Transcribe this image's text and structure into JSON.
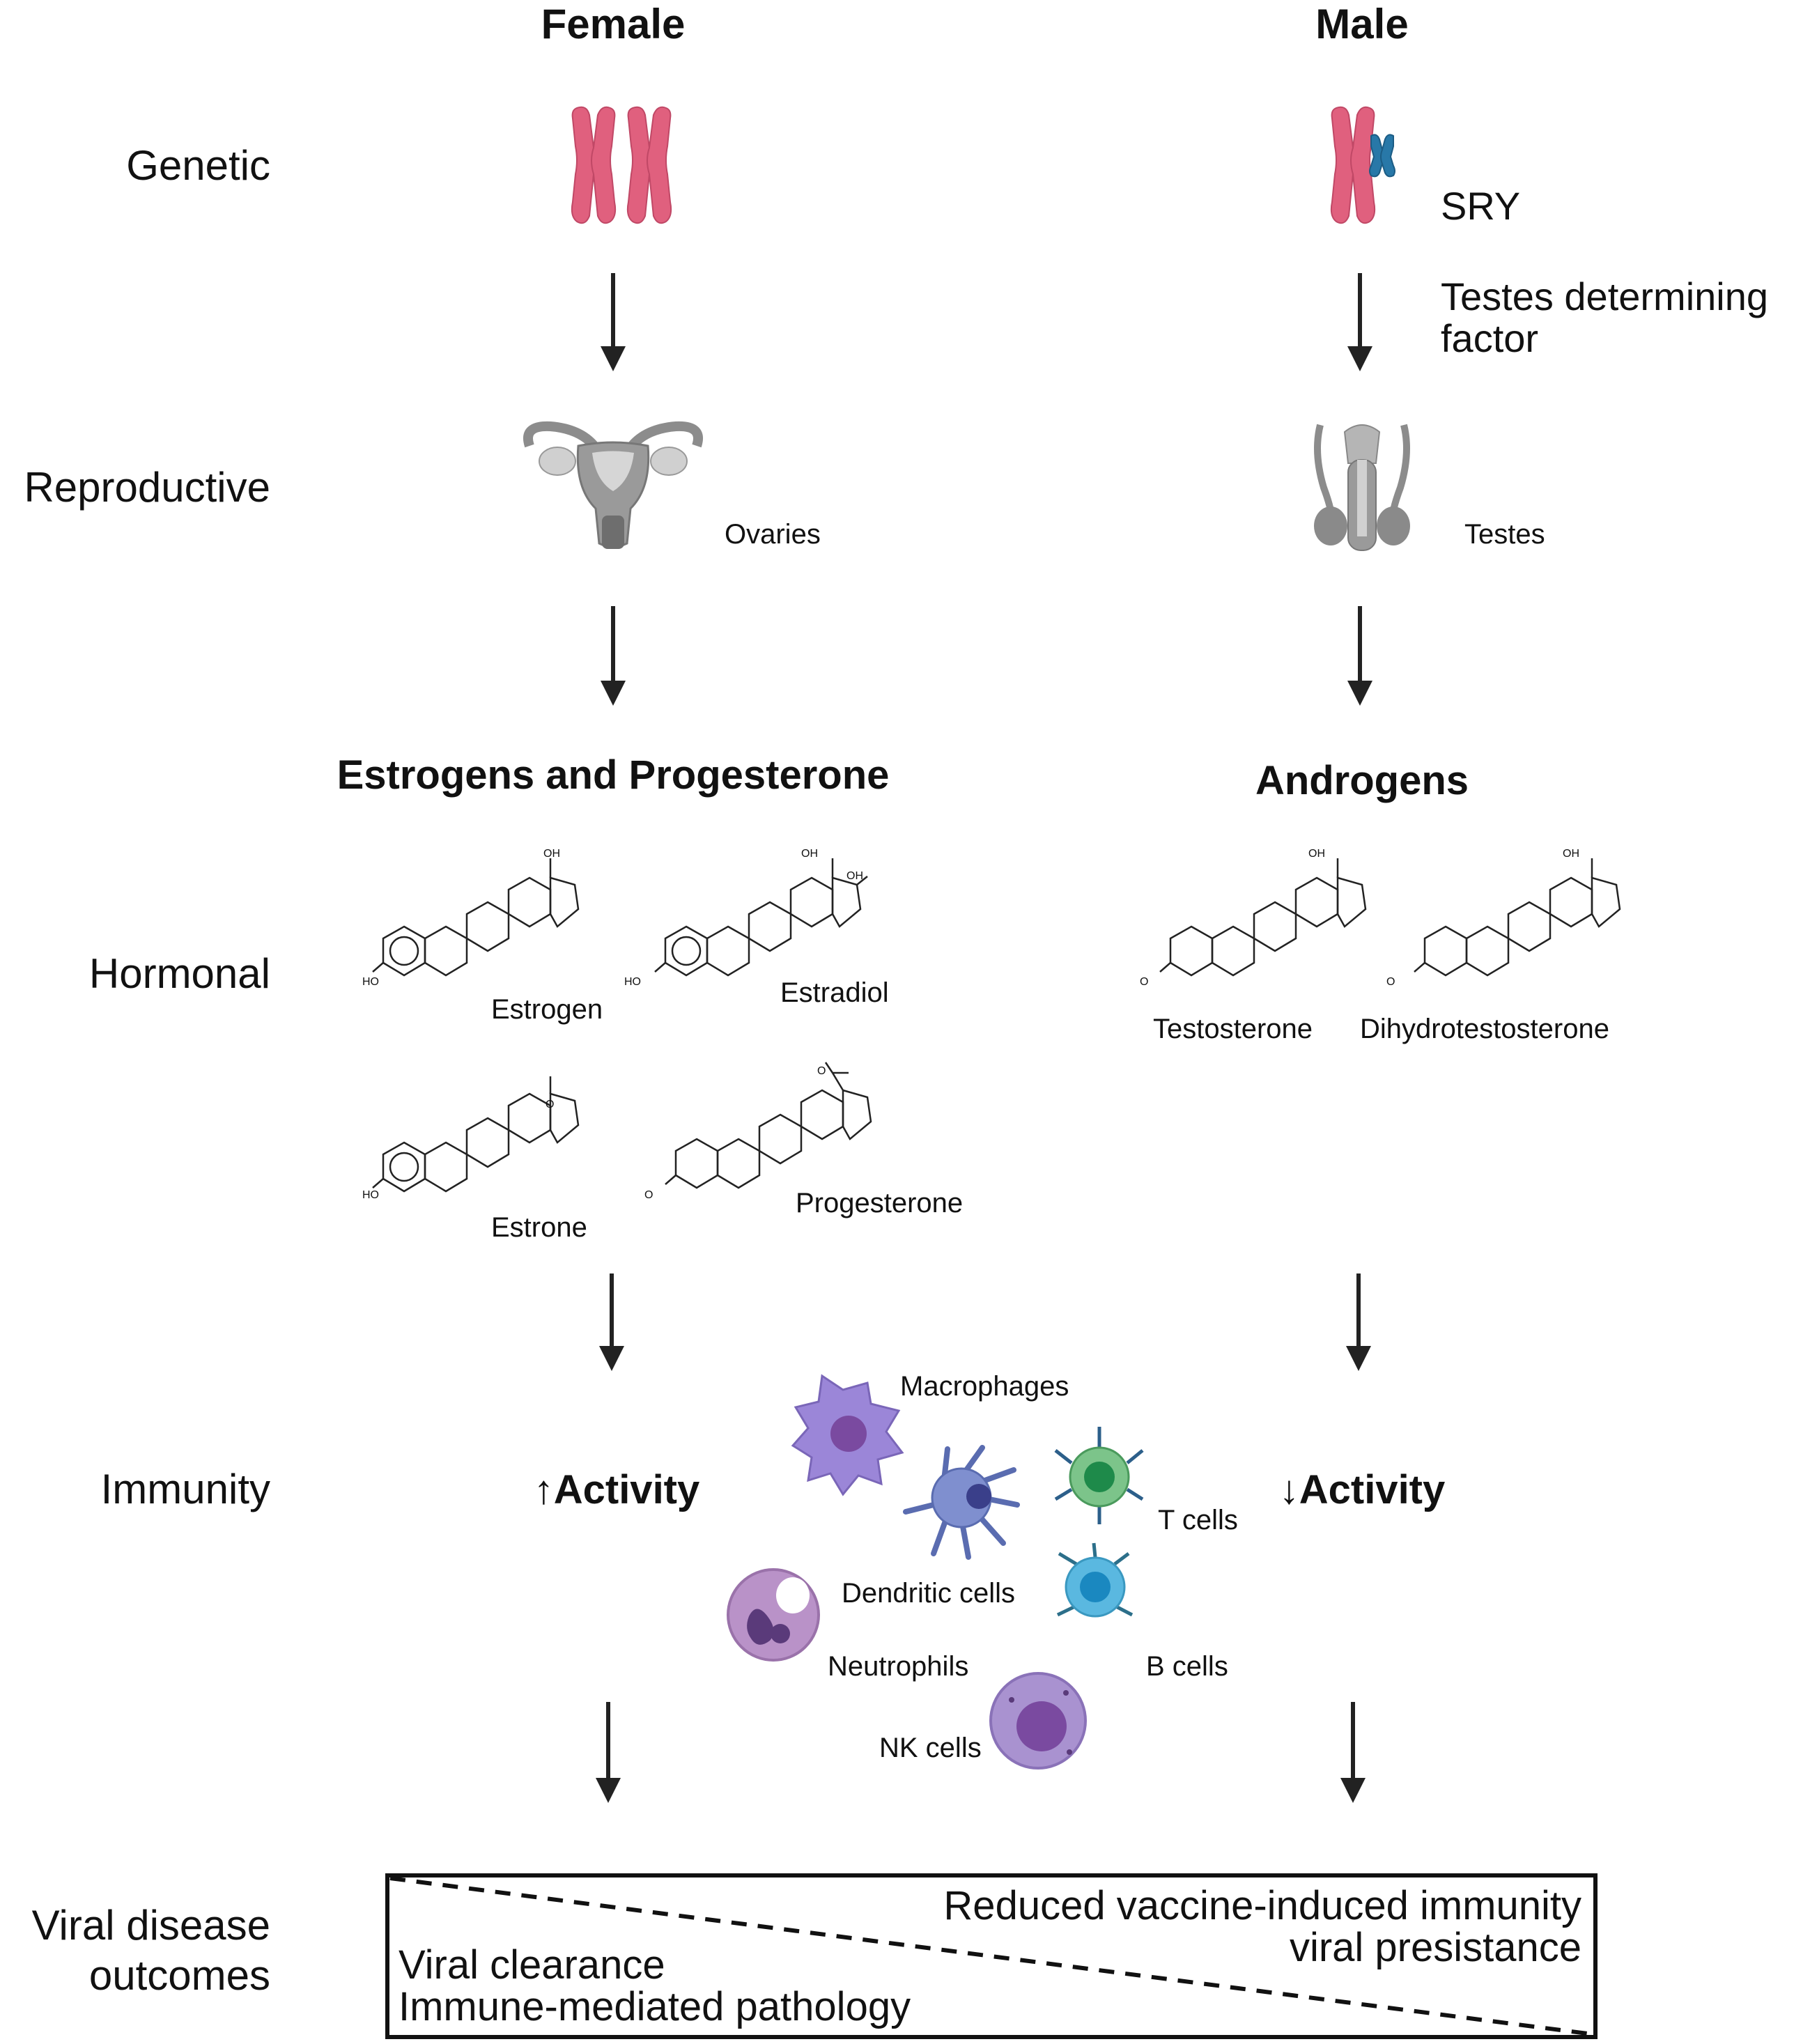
{
  "columns": {
    "female": "Female",
    "male": "Male"
  },
  "rows": {
    "genetic": "Genetic",
    "reproductive": "Reproductive",
    "hormonal": "Hormonal",
    "immunity": "Immunity",
    "viral_line1": "Viral disease",
    "viral_line2": "outcomes"
  },
  "genetic": {
    "sry": "SRY",
    "tdf_line1": "Testes determining",
    "tdf_line2": "factor"
  },
  "reproductive": {
    "ovaries": "Ovaries",
    "testes": "Testes"
  },
  "hormonal": {
    "female_heading": "Estrogens and Progesterone",
    "male_heading": "Androgens",
    "estrogen": "Estrogen",
    "estradiol": "Estradiol",
    "estrone": "Estrone",
    "progesterone": "Progesterone",
    "testosterone": "Testosterone",
    "dht": "Dihydrotestosterone",
    "oh": "OH",
    "ho": "HO",
    "o": "O"
  },
  "immunity": {
    "female_activity": "↑Activity",
    "male_activity": "↓Activity",
    "macrophages": "Macrophages",
    "t_cells": "T cells",
    "dendritic_cells": "Dendritic cells",
    "b_cells": "B cells",
    "neutrophils": "Neutrophils",
    "nk_cells": "NK cells"
  },
  "outcomes": {
    "male_line1": "Reduced vaccine-induced immunity",
    "male_line2": "viral presistance",
    "female_line1": "Viral clearance",
    "female_line2": "Immune-mediated pathology"
  },
  "colors": {
    "chromosome": "#e0607e",
    "y_chromosome": "#2878a8",
    "organ_gray": "#9a9a9a",
    "macrophage": "#9b86d8",
    "dendritic": "#7f8fcf",
    "t_cell": "#7cc48a",
    "b_cell": "#5ab8e0",
    "neutrophil": "#b992c8",
    "nk_cell": "#a992d0"
  }
}
